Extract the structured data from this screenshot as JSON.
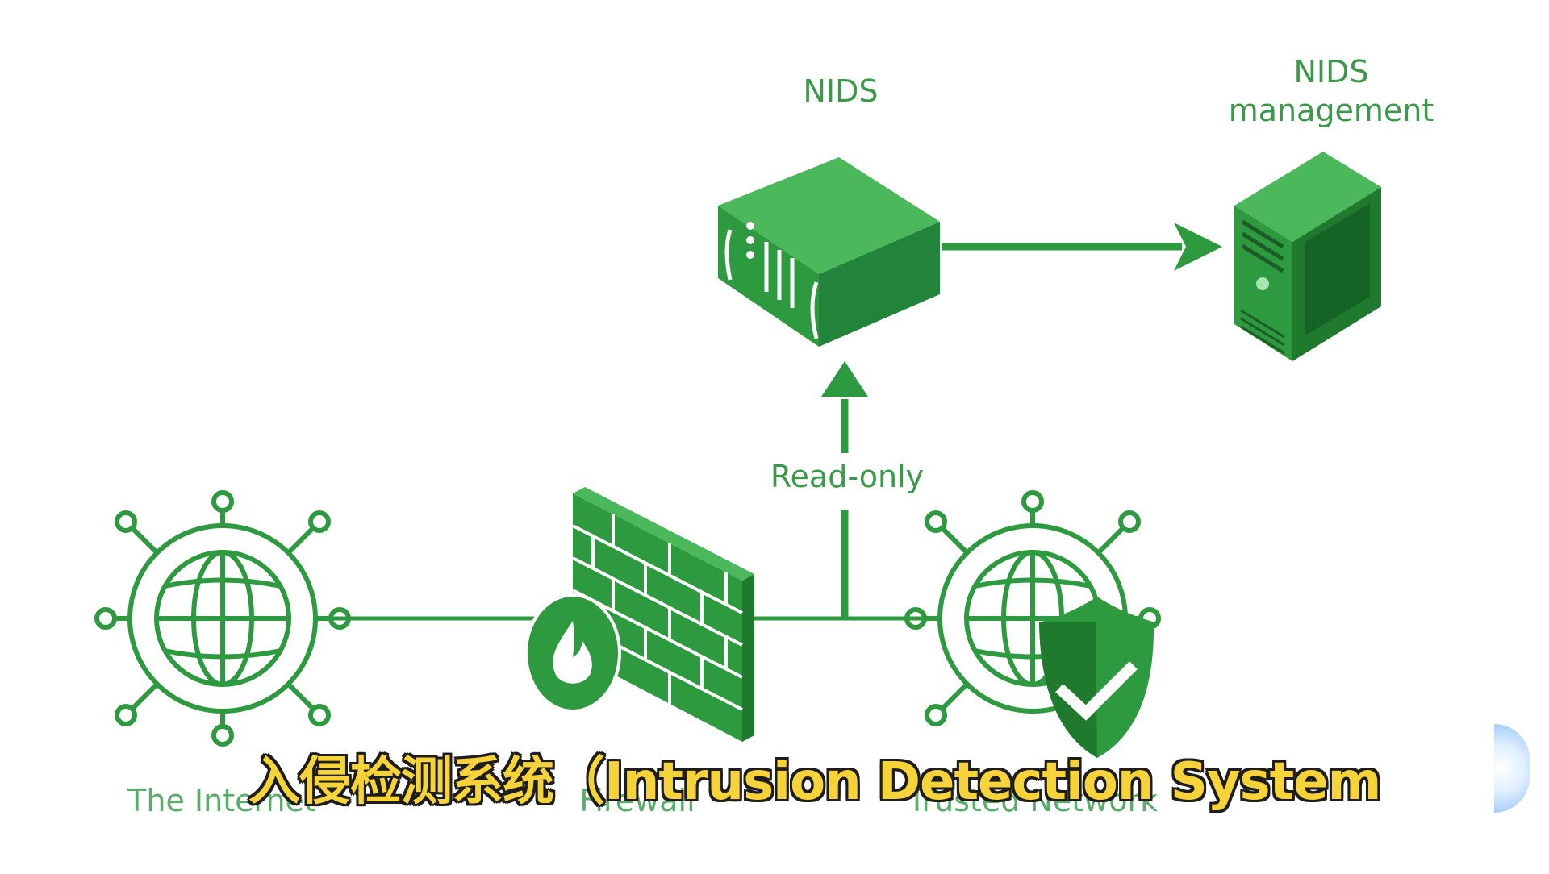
{
  "diagram": {
    "nodes": {
      "nids": {
        "label": "NIDS"
      },
      "nids_management": {
        "label_line1": "NIDS",
        "label_line2": "management"
      },
      "internet": {
        "label": "The Internet"
      },
      "firewall": {
        "label": "Firewall"
      },
      "trusted_network": {
        "label": "Trusted Network"
      }
    },
    "edges": {
      "readonly": {
        "label": "Read-only"
      }
    }
  },
  "subtitle": {
    "text": "入侵检测系统（Intrusion Detection System"
  },
  "colors": {
    "green_main": "#2e9a40",
    "green_light": "#4cb85c",
    "green_dark": "#1f7a2e",
    "label_green": "#3a9a4a",
    "subtitle_fill": "#f7d33a",
    "subtitle_outline": "#1d1d1d"
  },
  "icons": [
    "server-box-icon",
    "tower-server-icon",
    "globe-network-icon",
    "firewall-icon",
    "flame-icon",
    "shield-check-icon"
  ]
}
